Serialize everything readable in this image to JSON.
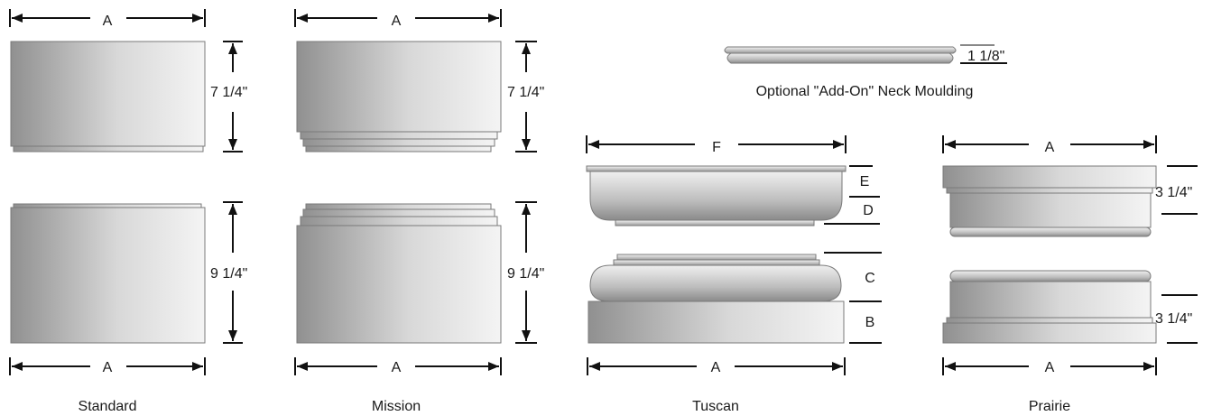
{
  "labels": {
    "a": "A",
    "b": "B",
    "c": "C",
    "d": "D",
    "e": "E",
    "f": "F",
    "h_7_25": "7 1/4\"",
    "h_9_25": "9 1/4\"",
    "h_3_25": "3 1/4\"",
    "neck_height": "1 1/8\""
  },
  "neck_caption": "Optional \"Add-On\" Neck Moulding",
  "styles": {
    "standard": "Standard",
    "mission": "Mission",
    "tuscan": "Tuscan",
    "prairie": "Prairie"
  },
  "colors": {
    "line": "#111111",
    "shade_light": "#f2f2f2",
    "shade_dark": "#8c8c8c"
  }
}
